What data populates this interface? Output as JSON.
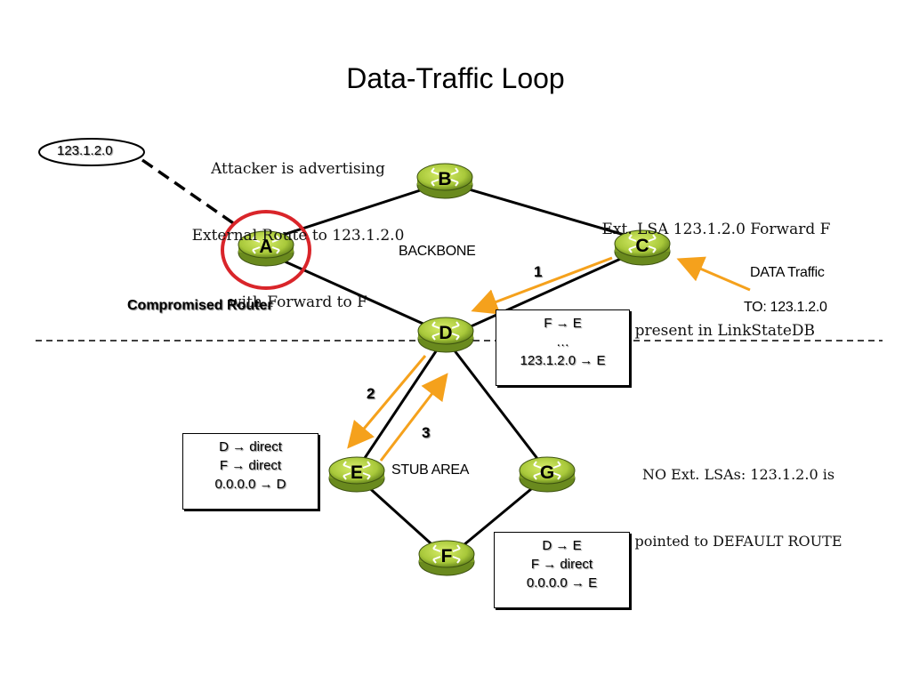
{
  "title": "Data-Traffic Loop",
  "attacker_note": [
    "Attacker is advertising",
    "External Route to 123.1.2.0",
    "with Forward to F"
  ],
  "advertised_prefix": "123.1.2.0",
  "compromised_label": "Compromised Router",
  "lsa_note": [
    "Ext. LSA 123.1.2.0 Forward F",
    "is present in LinkStateDB"
  ],
  "backbone_label": "BACKBONE",
  "stub_label": "STUB AREA",
  "data_traffic": [
    "DATA Traffic",
    "TO: 123.1.2.0"
  ],
  "stub_note": [
    "NO Ext. LSAs: 123.1.2.0 is",
    "pointed to DEFAULT ROUTE"
  ],
  "step_numbers": [
    "1",
    "2",
    "3"
  ],
  "routers": [
    "A",
    "B",
    "C",
    "D",
    "E",
    "F",
    "G"
  ],
  "tables": {
    "D": [
      "F → E",
      "…",
      "123.1.2.0 → E"
    ],
    "E": [
      "D → direct",
      "F → direct",
      "0.0.0.0 → D"
    ],
    "F": [
      "D → E",
      "F → direct",
      "0.0.0.0 → E"
    ]
  },
  "colors": {
    "router_fill": "#a8c83a",
    "router_dark": "#6a8a1e",
    "compromised_ring": "#d9252a",
    "arrow": "#f5a11c",
    "link": "#000000"
  },
  "icons": {
    "router": "router-icon"
  }
}
